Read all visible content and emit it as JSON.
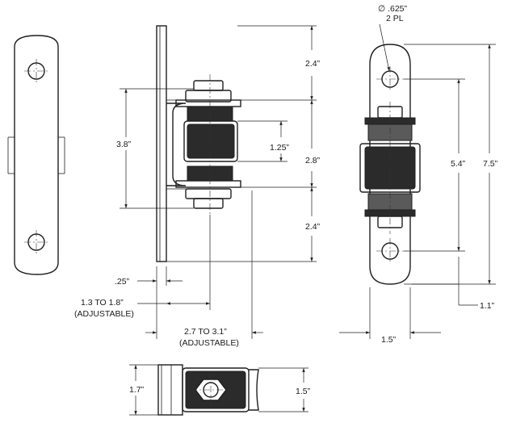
{
  "dimensions": {
    "top_spacing": "2.4”",
    "bottom_spacing": "2.4”",
    "middle_spacing": "2.8”",
    "overall_height": "7.5”",
    "strap_height": "5.4”",
    "bracket_height": "3.8”",
    "spring_height": "1.25”",
    "plate_thickness": ".25”",
    "offset_1": "1.3 TO 1.8”",
    "offset_1_note": "(ADJUSTABLE)",
    "offset_2": "2.7 TO 3.1”",
    "offset_2_note": "(ADJUSTABLE)",
    "strap_width": "1.5”",
    "hole_offset": "1.1”",
    "hole_diameter": "∅ .625”",
    "hole_count": "2 PL",
    "bottom_width": "1.7”",
    "bottom_depth": "1.5”"
  }
}
